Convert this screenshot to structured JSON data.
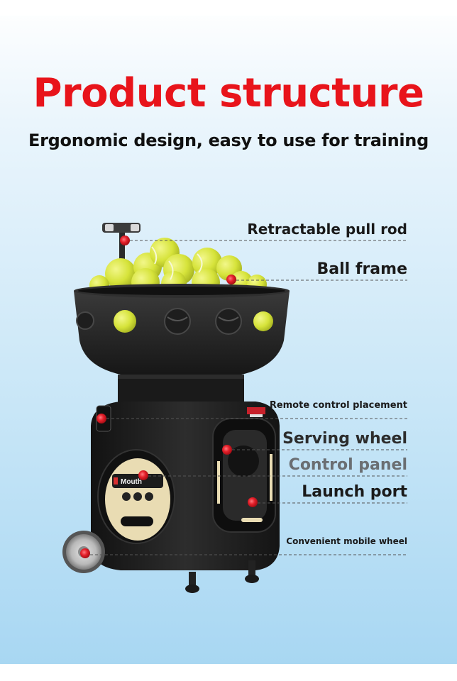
{
  "page": {
    "title": "Product structure",
    "subtitle": "Ergonomic design, easy to use for training"
  },
  "labels": {
    "pull_rod": "Retractable pull rod",
    "ball_frame": "Ball frame",
    "remote": "Remote control placement",
    "serving_wheel": "Serving wheel",
    "control_panel": "Control panel",
    "launch_port": "Launch port",
    "mobile_wheel": "Convenient mobile wheel"
  },
  "panel": {
    "display_text": "Mouth"
  },
  "colors": {
    "title": "#e8141b",
    "machine_body": "#1c1c1c",
    "accent_panel": "#e9dcb3",
    "tennis_ball": "#d6e33a",
    "marker": "#e5212b",
    "bg_top": "#eaf5fc",
    "bg_bottom": "#a6d6f2"
  },
  "icons": {
    "marker": "red-dot-marker-icon"
  }
}
